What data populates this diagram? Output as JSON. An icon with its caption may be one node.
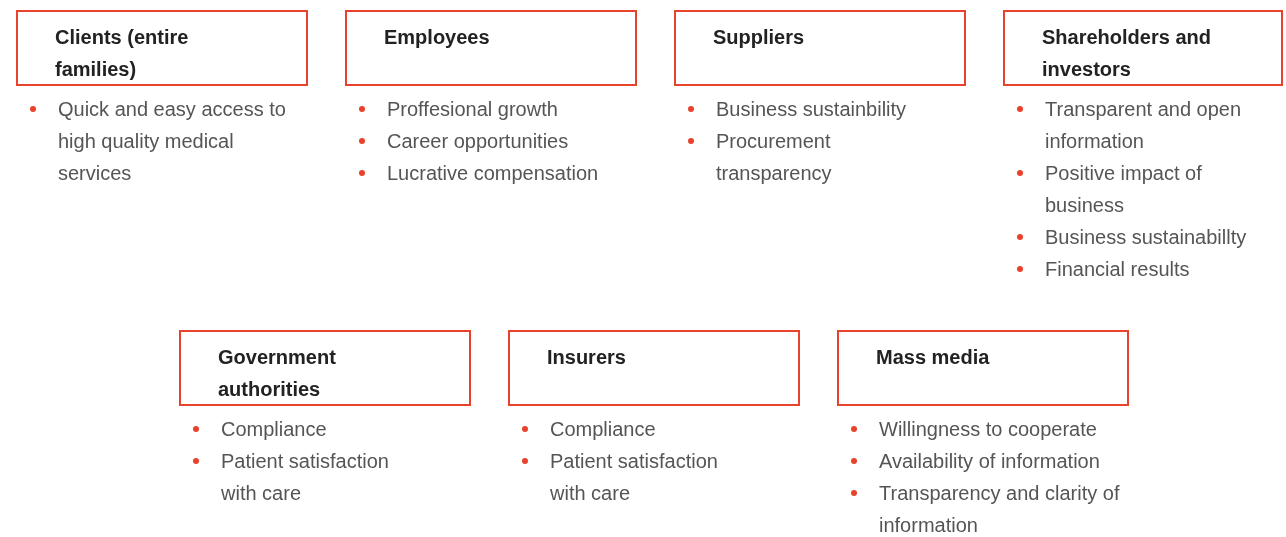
{
  "diagram": {
    "nodes": [
      {
        "text": [
          "Clients (entire families)"
        ],
        "beside": [
          "Quick and easy access to high quality medical services"
        ]
      },
      {
        "text": [
          "Employees"
        ],
        "beside": [
          "Proffesional growth",
          "Career opportunities",
          "Lucrative compensation"
        ]
      },
      {
        "text": [
          "Suppliers"
        ],
        "beside": [
          "Business sustainbility",
          "Procurement transparency"
        ]
      },
      {
        "text": [
          "Shareholders and investors"
        ],
        "beside": [
          "Transparent and open information",
          "Positive impact of business",
          "Business sustainabillty",
          "Financial results"
        ]
      },
      {
        "text": [
          "Government authorities"
        ],
        "beside": [
          "Compliance",
          "Patient satisfaction with care"
        ]
      },
      {
        "text": [
          "Insurers"
        ],
        "beside": [
          "Compliance",
          "Patient satisfaction with care"
        ]
      },
      {
        "text": [
          "Mass media"
        ],
        "beside": [
          "Willingness to cooperate",
          "Availability of information",
          "Transparency and clarity of information"
        ]
      }
    ]
  }
}
